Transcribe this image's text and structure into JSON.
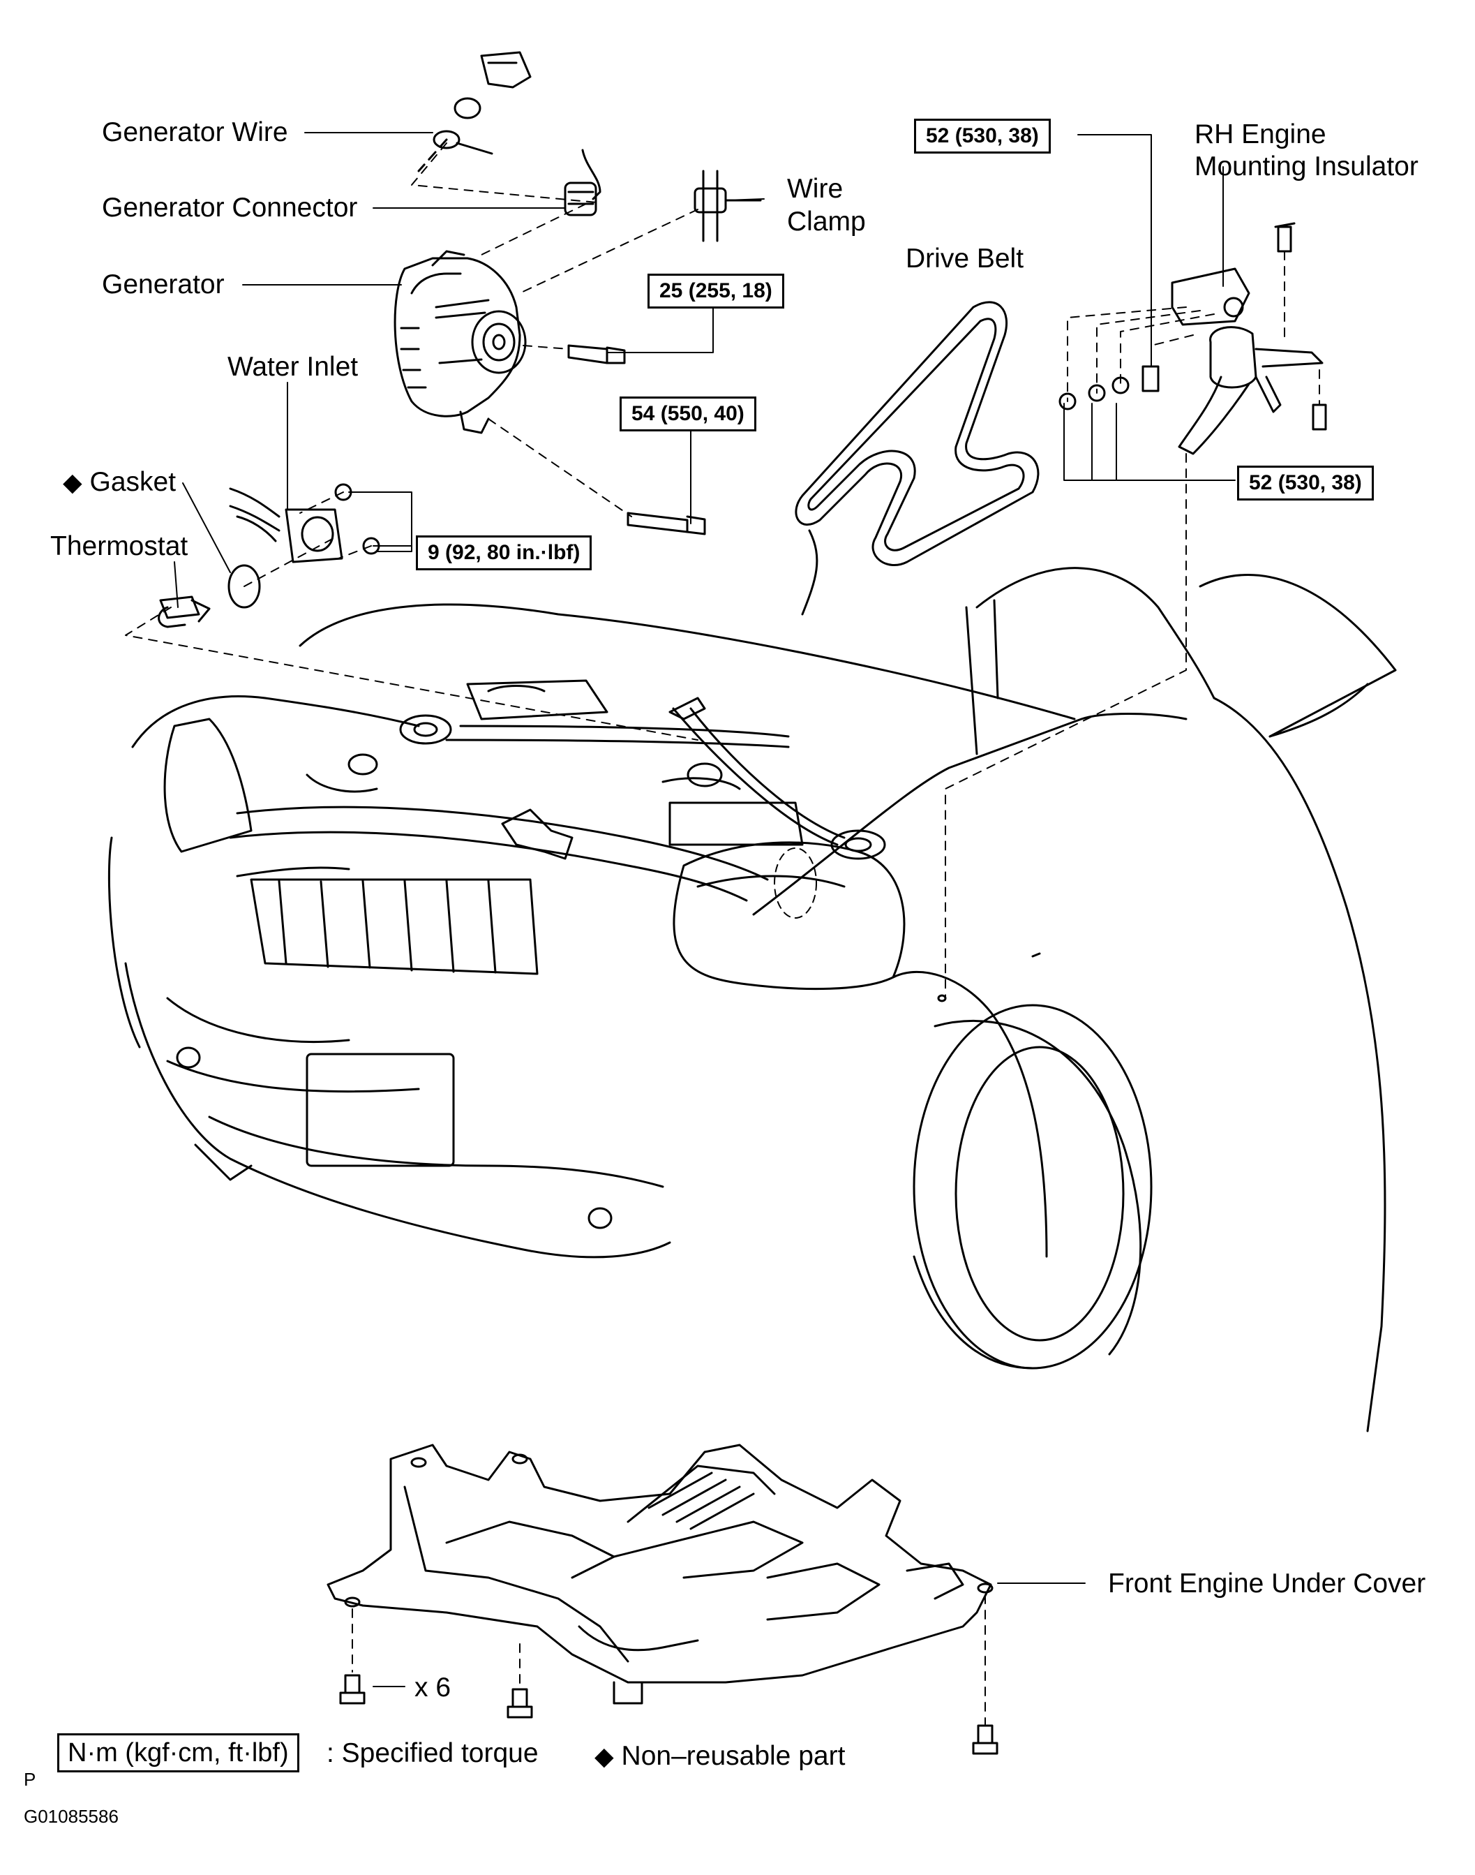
{
  "labels": {
    "generator_wire": "Generator Wire",
    "generator_connector": "Generator Connector",
    "generator": "Generator",
    "water_inlet": "Water Inlet",
    "gasket": "Gasket",
    "thermostat": "Thermostat",
    "wire_clamp_line1": "Wire",
    "wire_clamp_line2": "Clamp",
    "drive_belt": "Drive Belt",
    "rh_mount_line1": "RH Engine",
    "rh_mount_line2": "Mounting Insulator",
    "front_under_cover": "Front Engine Under Cover",
    "bolt_count": "x 6"
  },
  "torques": {
    "t_25": "25 (255, 18)",
    "t_54": "54 (550, 40)",
    "t_9": "9 (92, 80 in.·lbf)",
    "t_52_top": "52 (530, 38)",
    "t_52_bottom": "52 (530, 38)"
  },
  "legend": {
    "torque_units": "N·m (kgf·cm, ft·lbf)",
    "torque_desc": ": Specified torque",
    "non_reusable": "Non–reusable part",
    "diamond": "◆"
  },
  "footer": {
    "p_marker": "P",
    "figure_id": "G01085586"
  }
}
